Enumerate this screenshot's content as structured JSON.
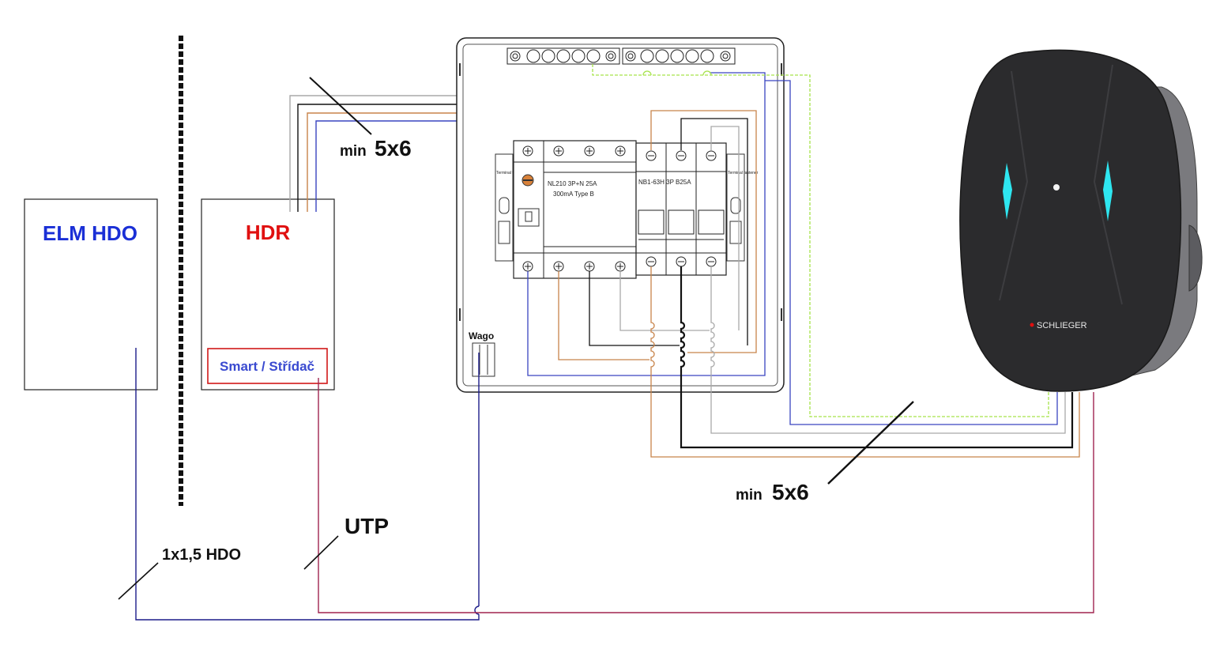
{
  "labels": {
    "elm_hdo": "ELM HDO",
    "hdr": "HDR",
    "smart": "Smart / Střídač",
    "wago": "Wago",
    "min_top": "min",
    "size_top": "5x6",
    "min_bottom": "min",
    "size_bottom": "5x6",
    "utp": "UTP",
    "hdo_cable": "1x1,5 HDO",
    "rcd": "NL210 3P+N 25A",
    "rcd_sub": "300mA Type B",
    "mcb": "NB1-63H 3P B25A",
    "terminal_left": "Terminal fastener",
    "terminal_right": "Terminal fastener",
    "brand": "SCHLIEGER"
  },
  "colors": {
    "elm_hdo_text": "#1a2fd6",
    "hdr_text": "#e01010",
    "smart_text": "#3a4ad0",
    "smart_border": "#d01818",
    "wire_brown": "#c8844a",
    "wire_black": "#111111",
    "wire_grey": "#a9a9a9",
    "wire_blue": "#3a45c0",
    "wire_green": "#a6e34a",
    "wire_navy": "#1d1d8a",
    "wire_utp": "#a0244f",
    "led_cyan": "#2ee6f0",
    "charger_body": "#2b2b2d"
  }
}
